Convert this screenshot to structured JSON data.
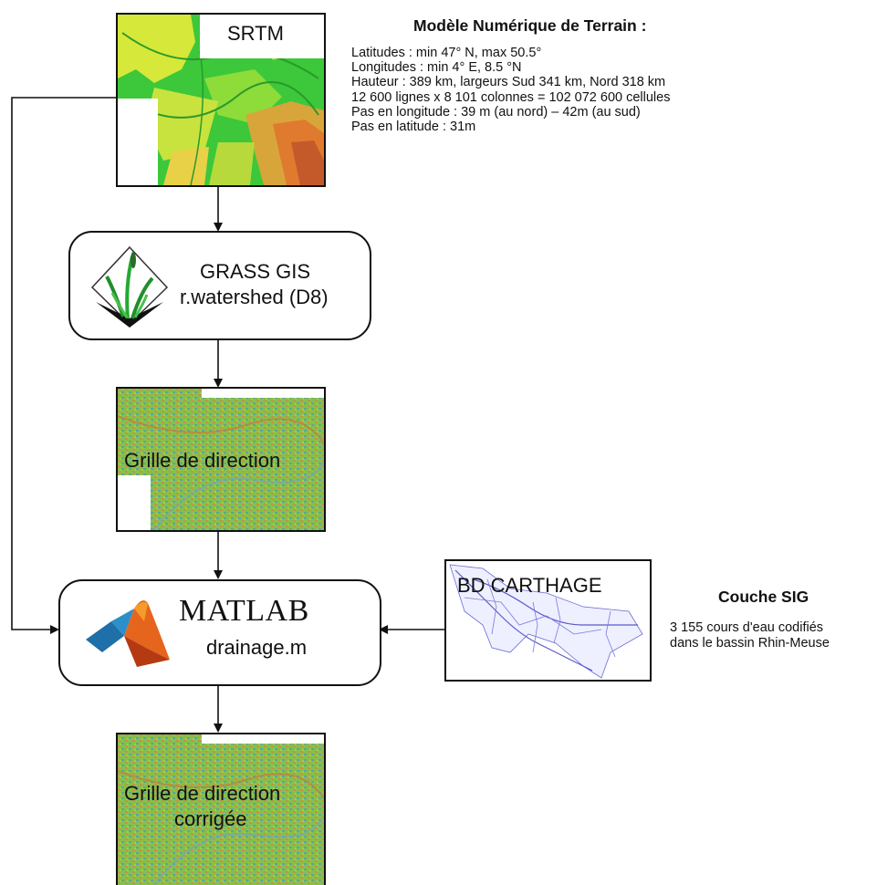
{
  "dem_info": {
    "title": "Modèle Numérique de Terrain :",
    "lines": [
      "Latitudes :  min  47° N, max 50.5°",
      "Longitudes : min 4° E, 8.5 °N",
      "Hauteur : 389 km, largeurs Sud 341 km, Nord 318 km",
      "12 600 lignes x 8 101 colonnes = 102 072 600 cellules",
      "Pas en longitude : 39 m (au nord) – 42m (au sud)",
      "Pas en latitude : 31m"
    ]
  },
  "srtm": {
    "label": "SRTM"
  },
  "grass": {
    "name": "GRASS GIS",
    "module": "r.watershed (D8)"
  },
  "grid1": {
    "label": "Grille de direction"
  },
  "matlab": {
    "name": "MATLAB",
    "script": "drainage.m"
  },
  "carthage": {
    "label": "BD CARTHAGE"
  },
  "sig": {
    "title": "Couche SIG",
    "line1": "3 155 cours d'eau codifiés",
    "line2": "dans le bassin Rhin-Meuse"
  },
  "grid2": {
    "line1": "Grille de direction",
    "line2": "corrigée"
  },
  "colors": {
    "stroke": "#111111",
    "dem_green": "#2ec830",
    "dem_orange": "#e07a2e",
    "grid_green": "#7fbf45",
    "river_blue": "#6a6ad8"
  }
}
